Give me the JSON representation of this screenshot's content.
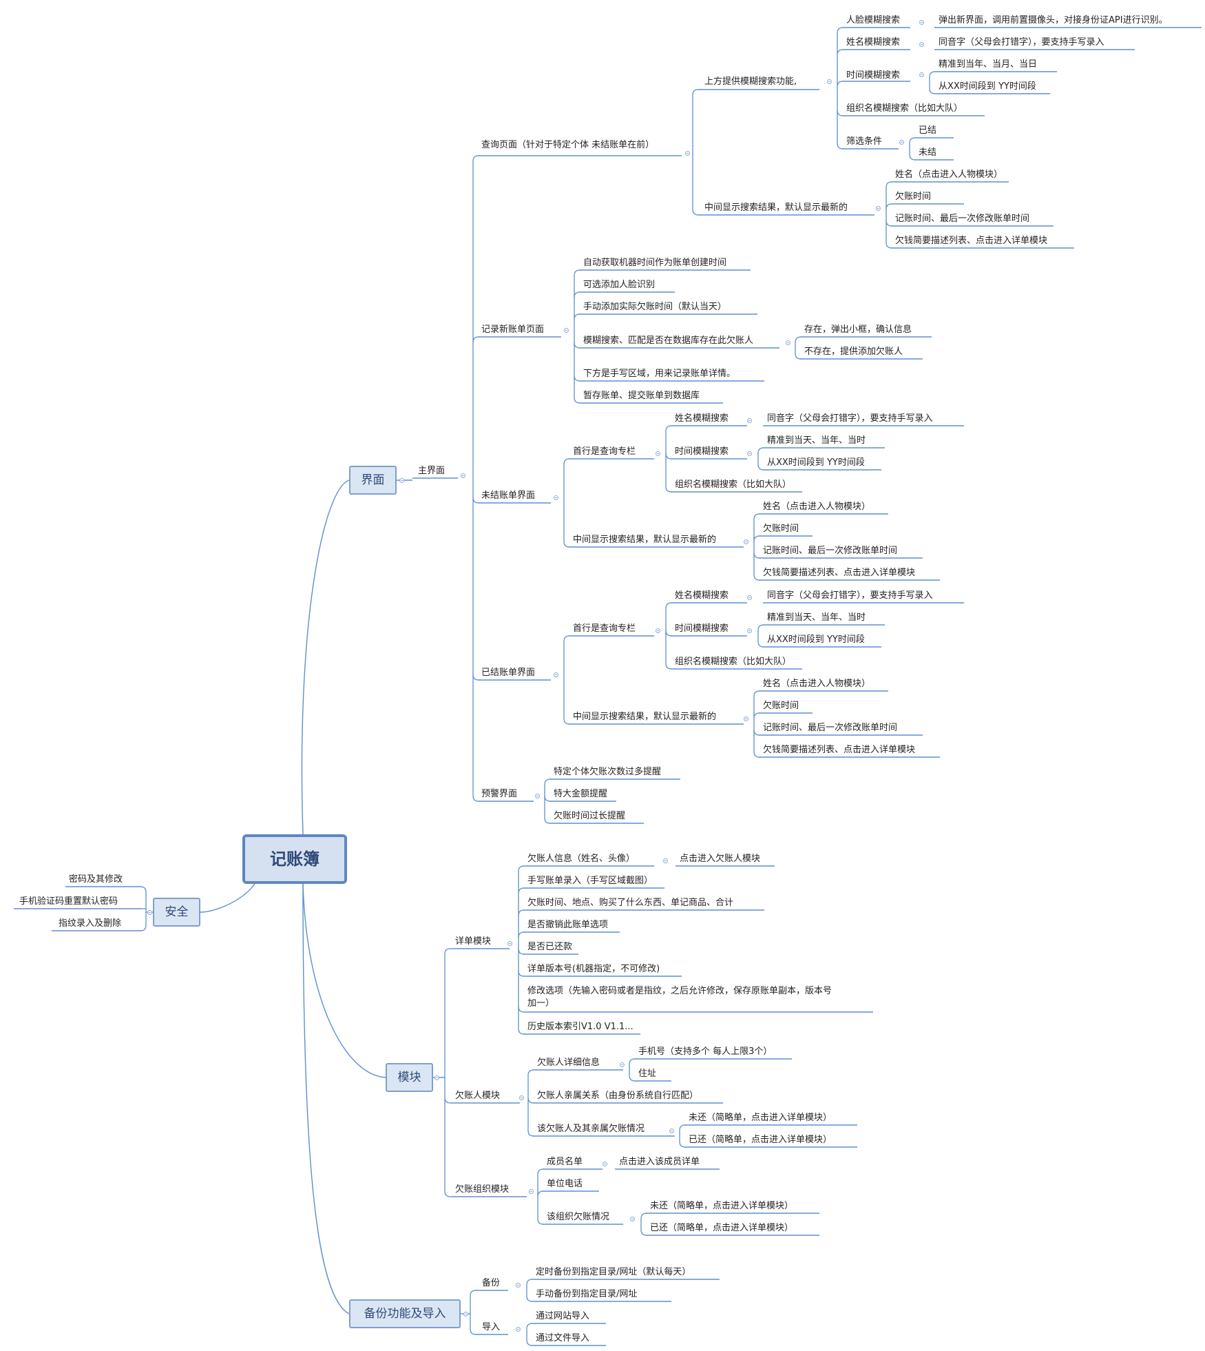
{
  "root": {
    "label": "记账簿"
  },
  "main": {
    "interface": {
      "label": "界面",
      "main_page": {
        "label": "主界面",
        "query_page": {
          "label": "查询页面（针对于特定个体 未结账单在前）",
          "top_search": {
            "label": "上方提供模糊搜索功能,",
            "face_search": {
              "label": "人脸模糊搜索",
              "detail": "弹出新界面，调用前置摄像头，对接身份证API进行识别。"
            },
            "name_search": {
              "label": "姓名模糊搜索",
              "detail": "同音字（父母会打错字），要支持手写录入"
            },
            "time_search": {
              "label": "时间模糊搜索",
              "opt1": "精准到当年、当月、当日",
              "opt2": "从XX时间段到 YY时间段"
            },
            "org_search": "组织名模糊搜索（比如大队）",
            "filter": {
              "label": "筛选条件",
              "opt1": "已结",
              "opt2": "未结"
            }
          },
          "results": {
            "label": "中间显示搜索结果，默认显示最新的",
            "i1": "姓名（点击进入人物模块）",
            "i2": "欠账时间",
            "i3": "记账时间、最后一次修改账单时间",
            "i4": "欠钱简要描述列表、点击进入详单模块"
          }
        },
        "new_bill": {
          "label": "记录新账单页面",
          "i1": "自动获取机器时间作为账单创建时间",
          "i2": "可选添加人脸识别",
          "i3": "手动添加实际欠账时间（默认当天）",
          "i4": {
            "label": "模糊搜索、匹配是否在数据库存在此欠账人",
            "yes": "存在，弹出小框，确认信息",
            "no": "不存在，提供添加欠账人"
          },
          "i5": "下方是手写区域，用来记录账单详情。",
          "i6": "暂存账单、提交账单到数据库"
        },
        "unsettled": {
          "label": "未结账单界面",
          "top": {
            "label": "首行是查询专栏",
            "name_search": {
              "label": "姓名模糊搜索",
              "detail": "同音字（父母会打错字），要支持手写录入"
            },
            "time_search": {
              "label": "时间模糊搜索",
              "opt1": "精准到当天、当年、当时",
              "opt2": "从XX时间段到 YY时间段"
            },
            "org_search": "组织名模糊搜索（比如大队）"
          },
          "results": {
            "label": "中间显示搜索结果，默认显示最新的",
            "i1": "姓名（点击进入人物模块）",
            "i2": "欠账时间",
            "i3": "记账时间、最后一次修改账单时间",
            "i4": "欠钱简要描述列表、点击进入详单模块"
          }
        },
        "settled": {
          "label": "已结账单界面",
          "top": {
            "label": "首行是查询专栏",
            "name_search": {
              "label": "姓名模糊搜索",
              "detail": "同音字（父母会打错字），要支持手写录入"
            },
            "time_search": {
              "label": "时间模糊搜索",
              "opt1": "精准到当天、当年、当时",
              "opt2": "从XX时间段到 YY时间段"
            },
            "org_search": "组织名模糊搜索（比如大队）"
          },
          "results": {
            "label": "中间显示搜索结果，默认显示最新的",
            "i1": "姓名（点击进入人物模块）",
            "i2": "欠账时间",
            "i3": "记账时间、最后一次修改账单时间",
            "i4": "欠钱简要描述列表、点击进入详单模块"
          }
        },
        "warning": {
          "label": "预警界面",
          "i1": "特定个体欠账次数过多提醒",
          "i2": "特大金额提醒",
          "i3": "欠账时间过长提醒"
        }
      }
    },
    "modules": {
      "label": "模块",
      "detail": {
        "label": "详单模块",
        "i1": {
          "label": "欠账人信息（姓名、头像）",
          "child": "点击进入欠账人模块"
        },
        "i2": "手写账单录入（手写区域截图）",
        "i3": "欠账时间、地点、购买了什么东西、单记商品、合计",
        "i4": "是否撤销此账单选项",
        "i5": "是否已还款",
        "i6": "详单版本号(机器指定，不可修改)",
        "i7_l1": "修改选项（先输入密码或者是指纹，之后允许修改，保存原账单副本，版本号",
        "i7_l2": "加一）",
        "i8": "历史版本索引V1.0 V1.1..."
      },
      "debtor": {
        "label": "欠账人模块",
        "info": {
          "label": "欠账人详细信息",
          "phone": "手机号（支持多个 每人上限3个）",
          "address": "住址"
        },
        "relations": "欠账人亲属关系（由身份系统自行匹配）",
        "status": {
          "label": "该欠账人及其亲属欠账情况",
          "unpaid": "未还（简略单，点击进入详单模块）",
          "paid": "已还（简略单，点击进入详单模块）"
        }
      },
      "org": {
        "label": "欠账组织模块",
        "members": {
          "label": "成员名单",
          "child": "点击进入该成员详单"
        },
        "phone": "单位电话",
        "status": {
          "label": "该组织欠账情况",
          "unpaid": "未还（简略单，点击进入详单模块）",
          "paid": "已还（简略单，点击进入详单模块）"
        }
      }
    },
    "backup": {
      "label": "备份功能及导入",
      "backup": {
        "label": "备份",
        "i1": "定时备份到指定目录/网址（默认每天）",
        "i2": "手动备份到指定目录/网址"
      },
      "import": {
        "label": "导入",
        "i1": "通过网站导入",
        "i2": "通过文件导入"
      }
    },
    "security": {
      "label": "安全",
      "i1": "密码及其修改",
      "i2": "手机验证码重置默认密码",
      "i3": "指纹录入及删除"
    }
  }
}
